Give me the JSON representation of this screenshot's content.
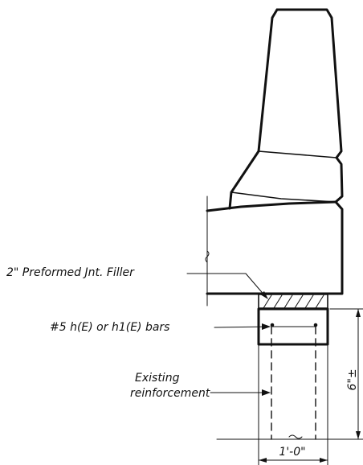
{
  "labels": {
    "filler": "2\" Preformed Jnt. Filler",
    "bars": "#5  h(E) or h1(E) bars",
    "existing_line1": "Existing",
    "existing_line2": "reinforcement",
    "dim_height": "6\"±",
    "dim_width": "1'-0\""
  }
}
